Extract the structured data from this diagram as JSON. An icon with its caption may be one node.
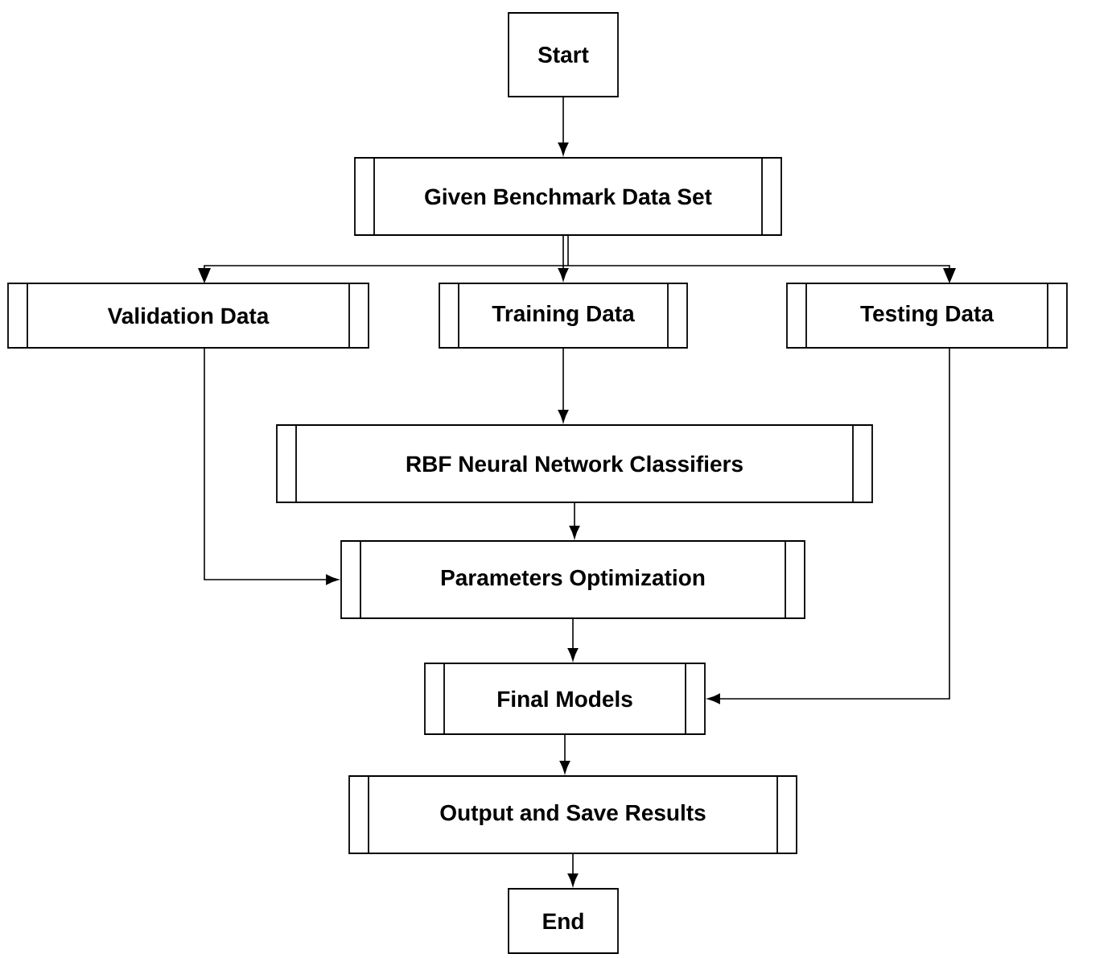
{
  "diagram": {
    "nodes": [
      {
        "text": [
          "Start"
        ]
      },
      {
        "text": [
          "Given Benchmark Data Set"
        ]
      },
      {
        "text": [
          "Validation Data"
        ]
      },
      {
        "text": [
          "Training Data"
        ]
      },
      {
        "text": [
          "Testing Data"
        ]
      },
      {
        "text": [
          "RBF Neural Network Classifiers"
        ]
      },
      {
        "text": [
          "Parameters Optimization"
        ]
      },
      {
        "text": [
          "Final Models"
        ]
      },
      {
        "text": [
          "Output and Save Results"
        ]
      },
      {
        "text": [
          "End"
        ]
      }
    ],
    "edges": [
      {
        "from": 0,
        "to": 1,
        "arrow": "to"
      },
      {
        "from": 1,
        "to": 2,
        "arrow": "to"
      },
      {
        "from": 1,
        "to": 3,
        "arrow": "to"
      },
      {
        "from": 1,
        "to": 4,
        "arrow": "to"
      },
      {
        "from": 3,
        "to": 5,
        "arrow": "to"
      },
      {
        "from": 5,
        "to": 6,
        "arrow": "to"
      },
      {
        "from": 2,
        "to": 6,
        "arrow": "to"
      },
      {
        "from": 6,
        "to": 7,
        "arrow": "to"
      },
      {
        "from": 4,
        "to": 7,
        "arrow": "to"
      },
      {
        "from": 7,
        "to": 8,
        "arrow": "to"
      },
      {
        "from": 8,
        "to": 9,
        "arrow": "to"
      }
    ]
  }
}
